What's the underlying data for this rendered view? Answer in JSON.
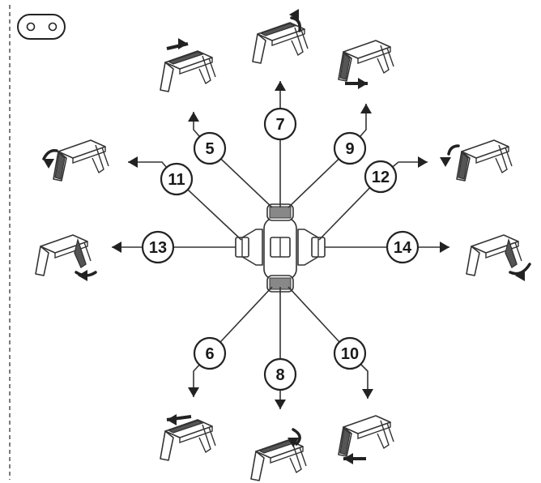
{
  "legend_icon": "key-fob-icon",
  "colors": {
    "line": "#333333",
    "highlight": "#555555",
    "background": "#ffffff"
  },
  "buttons": [
    {
      "label": "5",
      "id": "5"
    },
    {
      "label": "6",
      "id": "6"
    },
    {
      "label": "7",
      "id": "7"
    },
    {
      "label": "8",
      "id": "8"
    },
    {
      "label": "9",
      "id": "9"
    },
    {
      "label": "10",
      "id": "10"
    },
    {
      "label": "11",
      "id": "11"
    },
    {
      "label": "12",
      "id": "12"
    },
    {
      "label": "13",
      "id": "13"
    },
    {
      "label": "14",
      "id": "14"
    }
  ]
}
